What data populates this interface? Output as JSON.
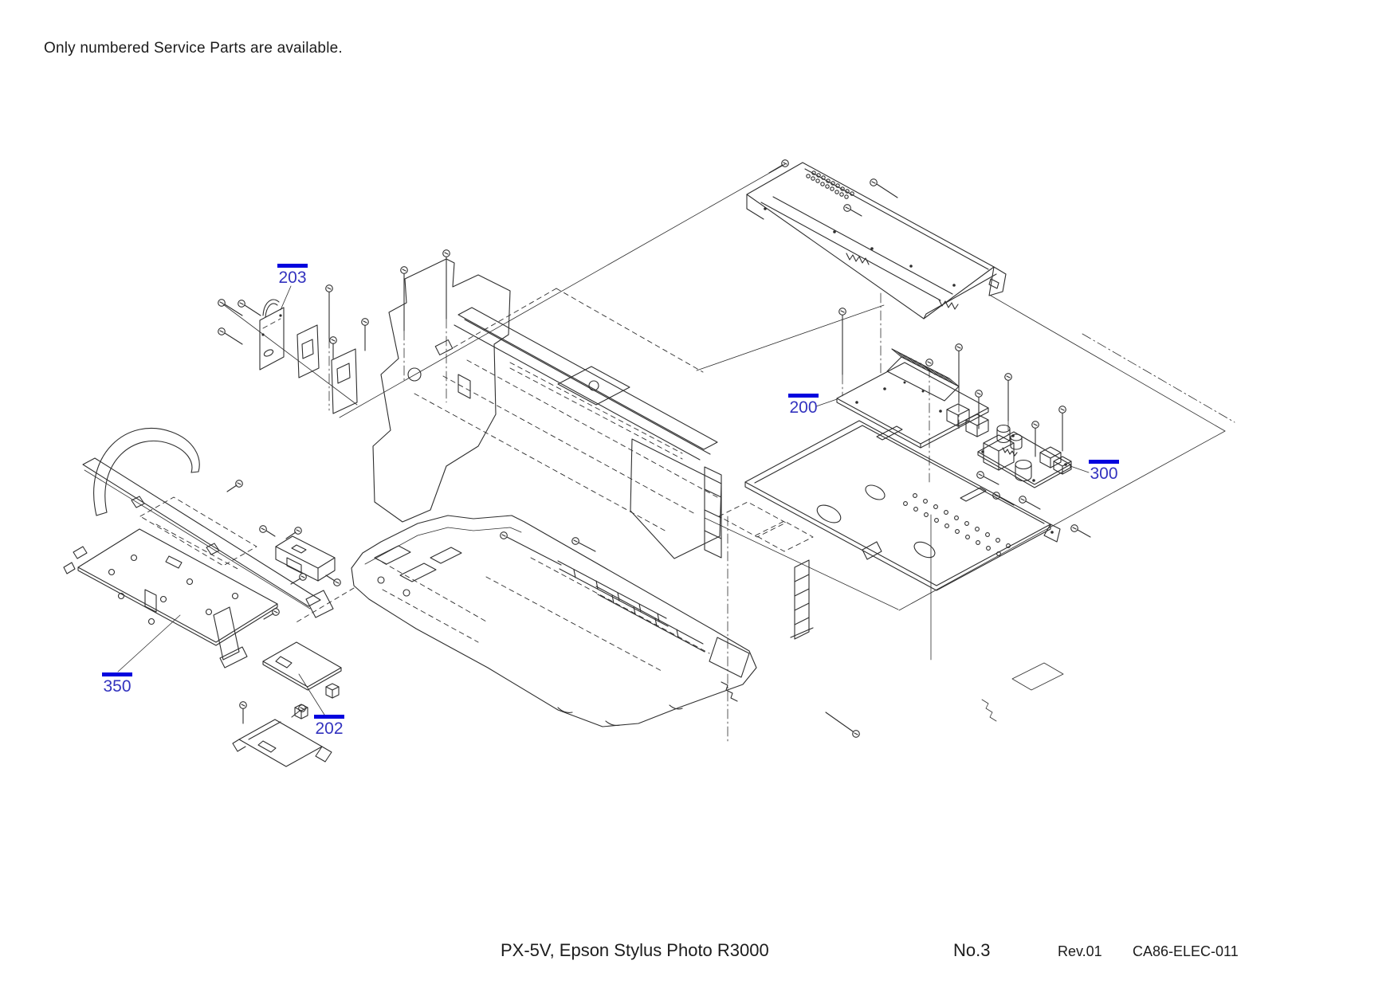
{
  "page": {
    "note": "Only numbered Service Parts are available."
  },
  "footer": {
    "model": "PX-5V, Epson Stylus Photo R3000",
    "sheet": "No.3",
    "revision": "Rev.01",
    "doc_code": "CA86-ELEC-011"
  },
  "diagram": {
    "type": "exploded-parts-diagram",
    "colors": {
      "line": "#2e2e2e",
      "label_text": "#3333BF",
      "label_bar": "#0404DE"
    },
    "part_labels": [
      {
        "number": "203"
      },
      {
        "number": "200"
      },
      {
        "number": "300"
      },
      {
        "number": "350"
      },
      {
        "number": "202"
      }
    ]
  }
}
